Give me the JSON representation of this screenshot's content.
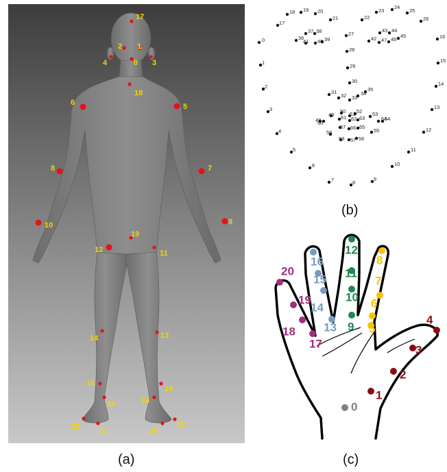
{
  "captions": {
    "a": "(a)",
    "b": "(b)",
    "c": "(c)"
  },
  "body_pose": {
    "label_color": "#f2d600",
    "point_color": "#e8101a",
    "labels": [
      "17",
      "2",
      "1",
      "4",
      "0",
      "3",
      "18",
      "6",
      "5",
      "8",
      "7",
      "10",
      "9",
      "19",
      "12",
      "11",
      "14",
      "13",
      "16",
      "15",
      "25",
      "24",
      "23",
      "21",
      "20",
      "22"
    ]
  },
  "face_landmarks": {
    "point_color": "#111111",
    "labels": [
      "0",
      "1",
      "2",
      "3",
      "4",
      "5",
      "6",
      "7",
      "8",
      "9",
      "10",
      "11",
      "12",
      "13",
      "14",
      "15",
      "16",
      "17",
      "18",
      "19",
      "20",
      "21",
      "22",
      "23",
      "24",
      "25",
      "26",
      "27",
      "28",
      "29",
      "30",
      "31",
      "32",
      "33",
      "34",
      "35",
      "36",
      "37",
      "38",
      "39",
      "40",
      "41",
      "42",
      "43",
      "44",
      "45",
      "46",
      "47",
      "48",
      "49",
      "50",
      "51",
      "52",
      "53",
      "54",
      "55",
      "56",
      "57",
      "58",
      "59",
      "60",
      "61",
      "62",
      "63",
      "64",
      "65",
      "66",
      "67"
    ]
  },
  "hand_keypoints": {
    "fingers": [
      {
        "name": "wrist",
        "color": "#808080",
        "labels": [
          "0"
        ]
      },
      {
        "name": "thumb",
        "color": "#8b0d12",
        "labels": [
          "1",
          "2",
          "3",
          "4"
        ]
      },
      {
        "name": "index",
        "color": "#f5c400",
        "labels": [
          "5",
          "6",
          "7",
          "8"
        ]
      },
      {
        "name": "middle",
        "color": "#1c8a4c",
        "labels": [
          "9",
          "10",
          "11",
          "12"
        ]
      },
      {
        "name": "ring",
        "color": "#7b9bbd",
        "labels": [
          "13",
          "14",
          "15",
          "16"
        ]
      },
      {
        "name": "pinky",
        "color": "#a0307f",
        "labels": [
          "17",
          "18",
          "19",
          "20"
        ]
      }
    ]
  }
}
